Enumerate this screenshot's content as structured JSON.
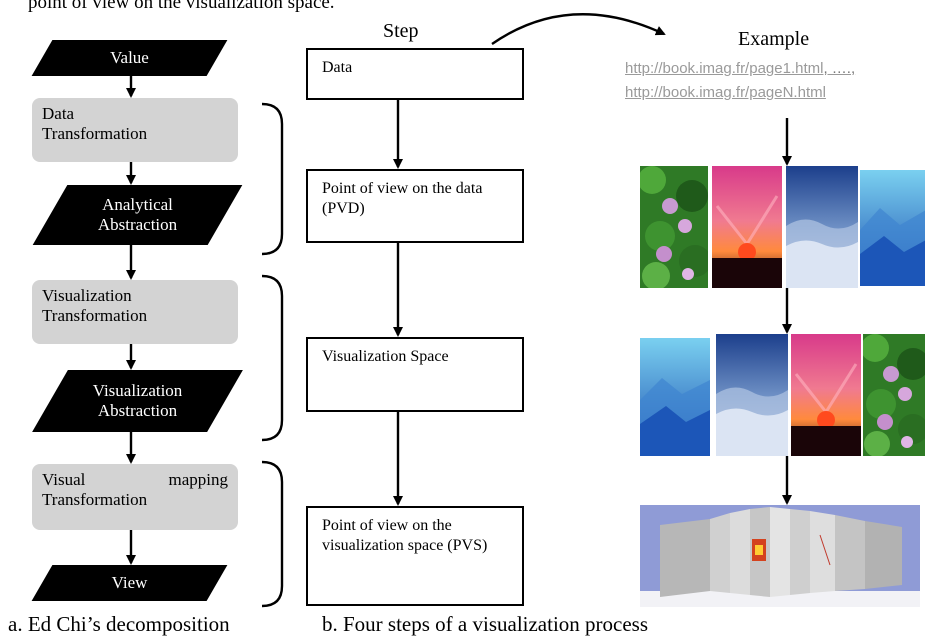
{
  "header_text": "point of view on the visualization space.",
  "left_chain": {
    "value": "Value",
    "data_transformation": [
      "Data",
      "Transformation"
    ],
    "analytical_abstraction": [
      "Analytical",
      "Abstraction"
    ],
    "visualization_transformation": [
      "Visualization",
      "Transformation"
    ],
    "visualization_abstraction": [
      "Visualization",
      "Abstraction"
    ],
    "visual_mapping_transformation": [
      "Visual",
      "mapping",
      "Transformation"
    ],
    "view": "View"
  },
  "middle": {
    "title": "Step",
    "steps": [
      "Data",
      "Point of view on the data (PVD)",
      "Visualization Space",
      "Point of view on the visualization space (PVS)"
    ]
  },
  "right": {
    "title": "Example",
    "url_first": "http://book.imag.fr/page1.html",
    "url_separator": ", ….,",
    "url_last": "http://book.imag.fr/pageN.html",
    "image_icons": [
      "flower-icon",
      "sunset-icon",
      "waves-icon",
      "mountains-icon"
    ]
  },
  "captions": {
    "left": "a. Ed Chi’s decomposition",
    "right": "b. Four steps of a visualization process"
  }
}
